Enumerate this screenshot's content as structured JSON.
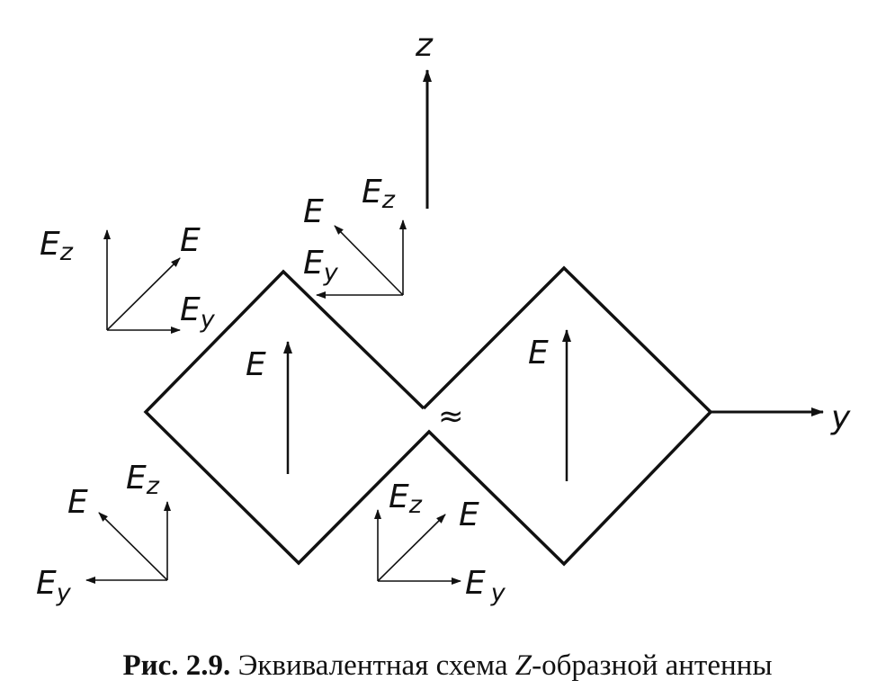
{
  "diagram": {
    "axis_z_label": "z",
    "axis_y_label": "y",
    "field_label": "E",
    "component_z_label": "E",
    "component_z_sub": "z",
    "component_y_label": "E",
    "component_y_sub": "y",
    "gap_symbol": "≈"
  },
  "caption": {
    "label": "Рис. 2.9.",
    "text_before": "Эквивалентная схема",
    "z_letter": "Z",
    "text_after": "-образной антенны"
  },
  "colors": {
    "ink": "#111111",
    "background": "#ffffff"
  }
}
